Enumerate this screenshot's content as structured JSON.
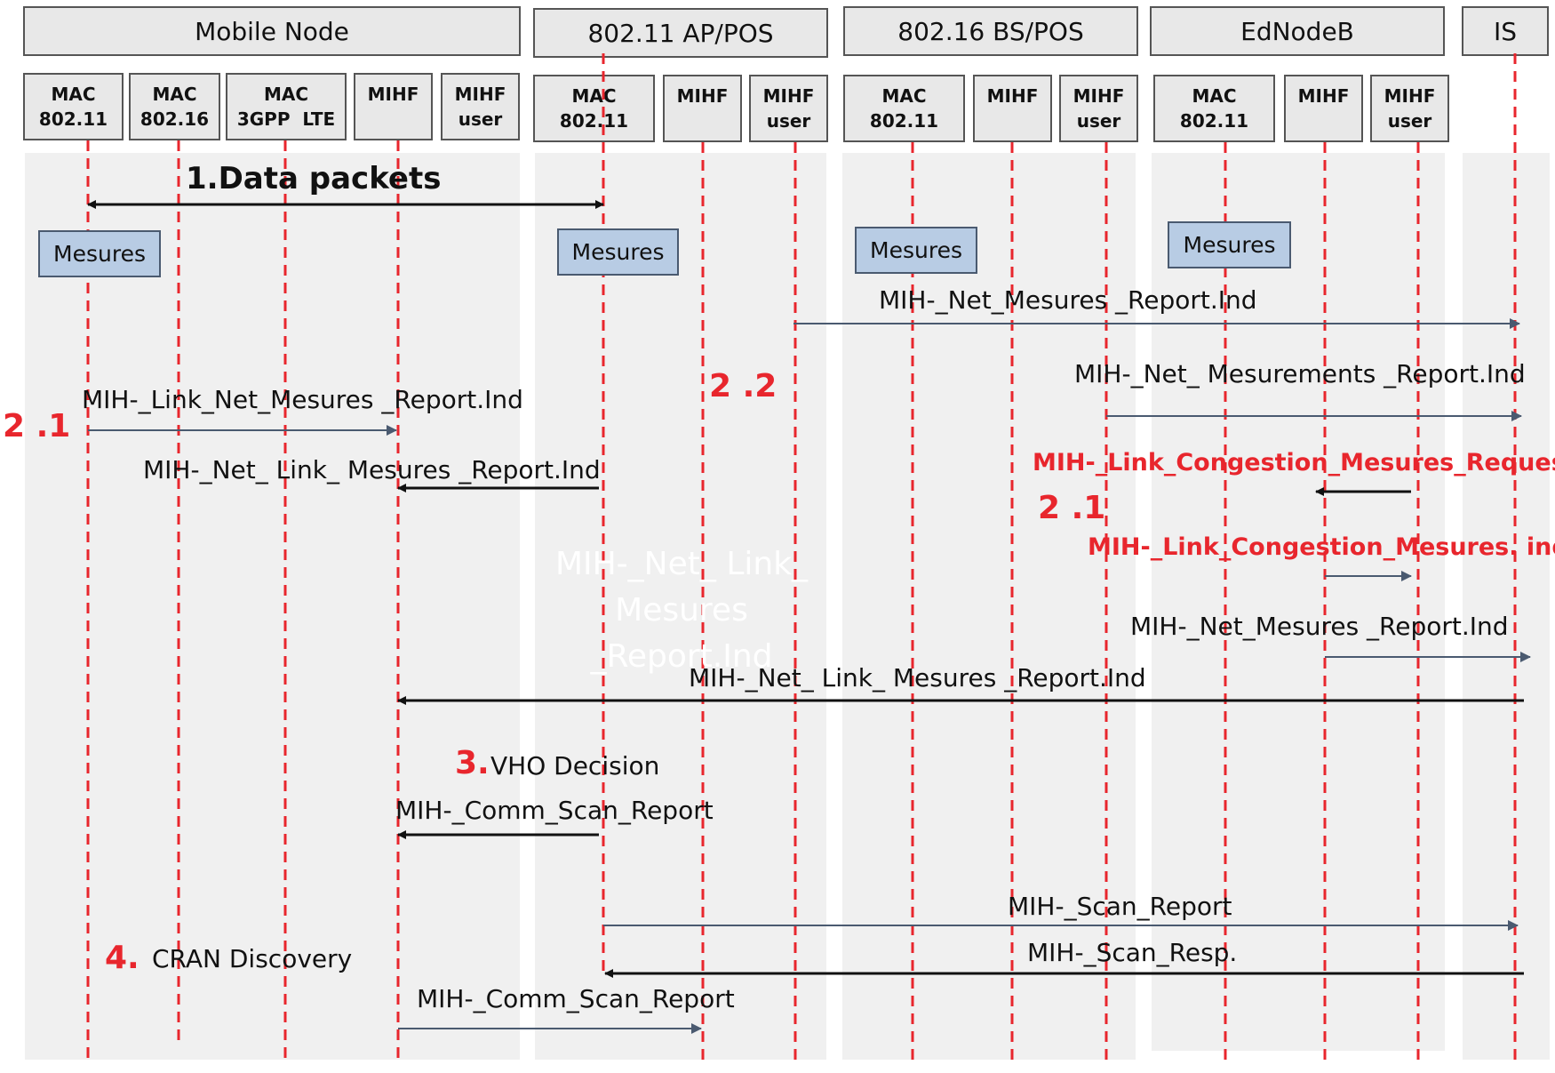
{
  "groups": {
    "mobile_node": "Mobile Node",
    "ap_80211": "802.11 AP/POS",
    "bs_80216": "802.16 BS/POS",
    "ednodeb": "EdNodeB",
    "is": "IS"
  },
  "entities": {
    "mn_mac_80211": [
      "MAC",
      "802.11"
    ],
    "mn_mac_80216": [
      "MAC",
      "802.16"
    ],
    "mn_mac_3gpp": [
      "MAC",
      "3GPP  LTE"
    ],
    "mn_mihf": [
      "MIHF"
    ],
    "mn_mihf_user": [
      "MIHF",
      "user"
    ],
    "ap_mac": [
      "MAC",
      "802.11"
    ],
    "ap_mihf": [
      "MIHF"
    ],
    "ap_mihf_user": [
      "MIHF",
      "user"
    ],
    "bs_mac": [
      "MAC",
      "802.11"
    ],
    "bs_mihf": [
      "MIHF"
    ],
    "bs_mihf_user": [
      "MIHF",
      "user"
    ],
    "enb_mac": [
      "MAC",
      "802.11"
    ],
    "enb_mihf": [
      "MIHF"
    ],
    "enb_mihf_user": [
      "MIHF",
      "user"
    ]
  },
  "measures_label": "Mesures",
  "messages": {
    "data_packets": "1.Data packets",
    "bs_net_report": "MIH-_Net_Mesures _Report.Ind",
    "enb_net_report": "MIH-_Net_ Mesurements _Report.Ind",
    "mn_link_net_report": "MIH-_Link_Net_Mesures _Report.Ind",
    "ap_net_link_report": "MIH-_Net_ Link_ Mesures _Report.Ind",
    "congestion_request": "MIH-_Link_Congestion_Mesures_Request",
    "congestion_ind": "MIH-_Link_Congestion_Mesures. ind",
    "enb_net_report_2": "MIH-_Net_Mesures _Report.Ind",
    "ghost_report": "MIH-_Net_ Link_ Mesures _Report.Ind",
    "is_net_link_report": "MIH-_Net_ Link_ Mesures _Report.Ind",
    "vho_decision": "VHO Decision",
    "comm_scan_report_1": "MIH-_Comm_Scan_Report",
    "scan_report": "MIH-_Scan_Report",
    "scan_resp": "MIH-_Scan_Resp.",
    "cran_discovery": "CRAN Discovery",
    "comm_scan_report_2": "MIH-_Comm_Scan_Report"
  },
  "steps": {
    "step_2_1_left": "2 .1",
    "step_2_2": "2 .2",
    "step_2_1_right": "2 .1",
    "step_3": "3.",
    "step_4": "4."
  },
  "colors": {
    "lifeline": "#e8262d",
    "arrow_dark": "#111111",
    "arrow_blue": "#4a5a70",
    "measure_fill": "#b8cce4",
    "highlight_red": "#e8262d"
  }
}
